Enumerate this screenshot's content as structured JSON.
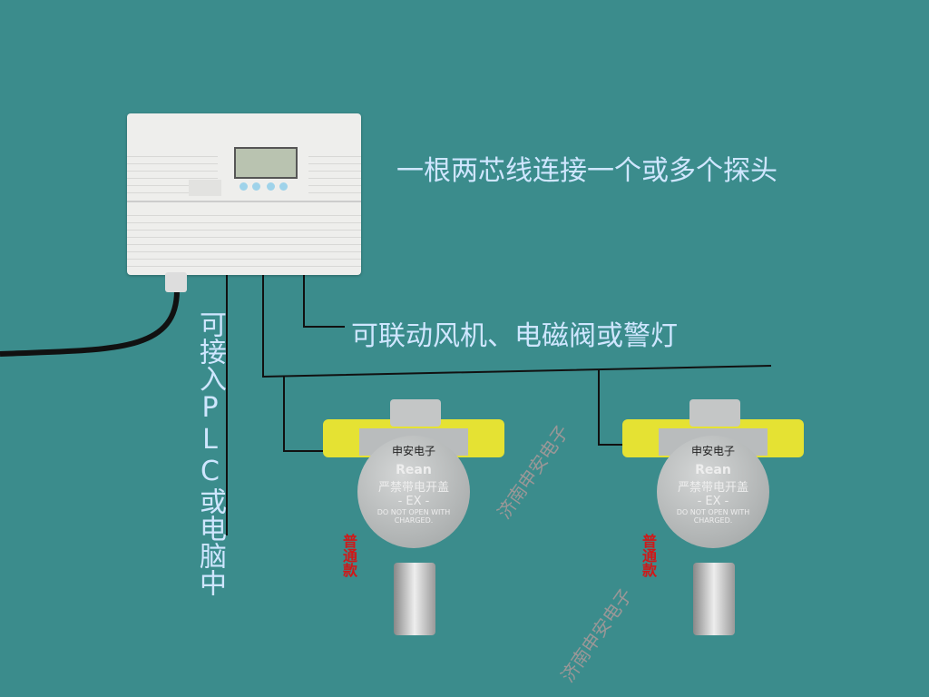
{
  "captions": {
    "top": "一根两芯线连接一个或多个探头",
    "plc": "可接入PLC或电脑中",
    "linkage": "可联动风机、电磁阀或警灯"
  },
  "detectors": [
    {
      "brand_label": "申安电子",
      "logo": "Rean",
      "cover_text": "严禁带电开盖",
      "ex": "- EX -",
      "warning": "DO NOT OPEN WITH CHARGED.",
      "model_label": "普通款"
    },
    {
      "brand_label": "申安电子",
      "logo": "Rean",
      "cover_text": "严禁带电开盖",
      "ex": "- EX -",
      "warning": "DO NOT OPEN WITH CHARGED.",
      "model_label": "普通款"
    }
  ],
  "watermark": "济南申安电子"
}
